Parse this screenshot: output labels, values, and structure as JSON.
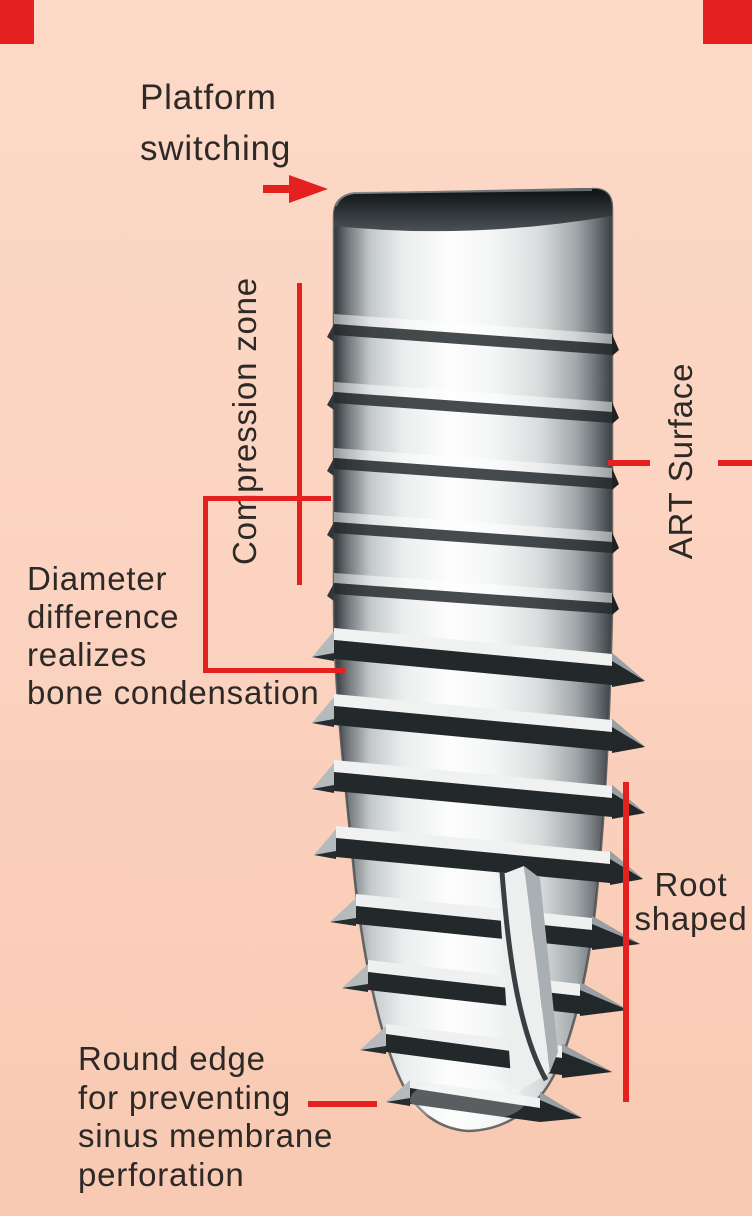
{
  "colors": {
    "background_top": "#fdd9c7",
    "background_bottom": "#f8c9b2",
    "accent_red": "#e4211e",
    "label_text": "#2d2926"
  },
  "labels": {
    "platform": {
      "line1": "Platform",
      "line2": "switching"
    },
    "compression_zone": {
      "text": "Compression zone"
    },
    "diameter": {
      "line1": "Diameter",
      "line2": "difference",
      "line3": "realizes",
      "line4": "bone condensation"
    },
    "art_surface": {
      "text": "ART Surface"
    },
    "root_shaped": {
      "line1": "Root",
      "line2": "shaped"
    },
    "round_edge": {
      "line1": "Round edge",
      "line2": "for preventing",
      "line3": "sinus membrane",
      "line4": "perforation"
    }
  },
  "figure": {
    "subject": "Tapered titanium dental implant with platform-switching collar, micro-thread compression zone, ART surface threads, root-shaped tapered body, cutting flute and rounded apex"
  }
}
